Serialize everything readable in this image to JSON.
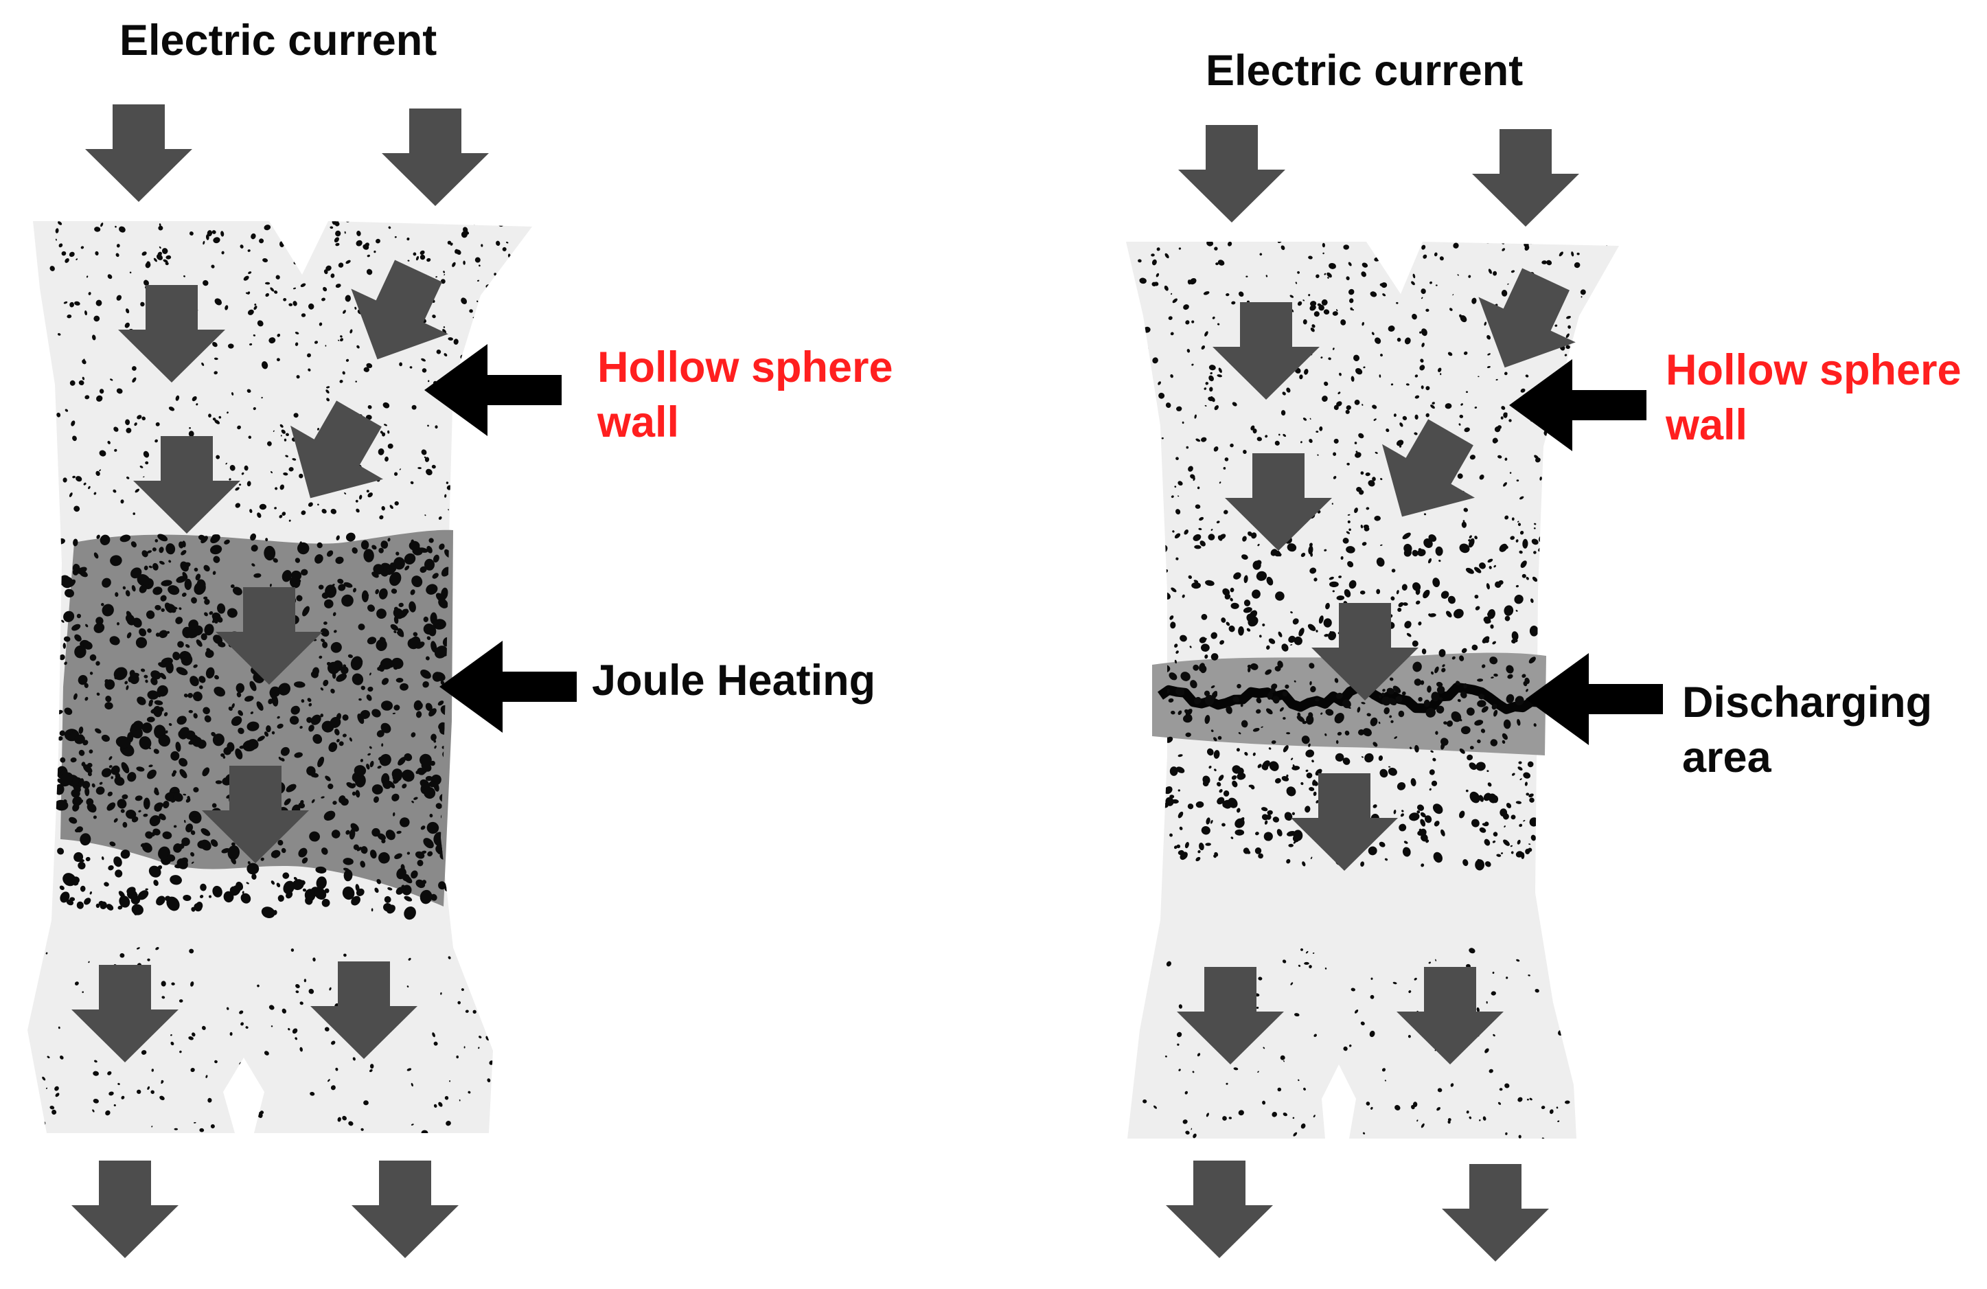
{
  "colors": {
    "background": "#ffffff",
    "column": "#eeeeee",
    "current_arrow": "#4d4d4d",
    "pointer_arrow": "#000000",
    "heating_zone": "#8a8a8a",
    "discharge_zone": "#9a9a9a",
    "speckle": "#0b0b0b",
    "red_label": "#ff1f1f"
  },
  "panels": [
    {
      "id": "joule-heating",
      "title": "Electric current",
      "wall_label": [
        "Hollow sphere",
        "wall"
      ],
      "zone_label": [
        "Joule Heating"
      ],
      "zone_type": "heating"
    },
    {
      "id": "discharging",
      "title": "Electric current",
      "wall_label": [
        "Hollow sphere",
        "wall"
      ],
      "zone_label": [
        "Discharging",
        "area"
      ],
      "zone_type": "discharge"
    }
  ],
  "icons": {
    "current_arrow": "down-arrow-icon",
    "pointer_arrow": "left-pointer-arrow-icon"
  }
}
